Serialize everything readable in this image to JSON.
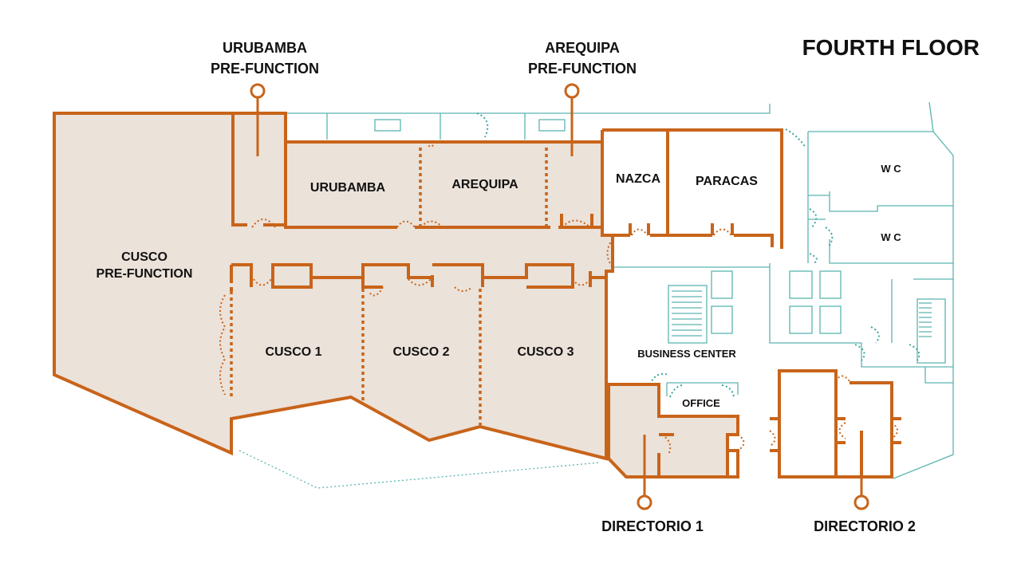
{
  "title": "FOURTH FLOOR",
  "callouts": {
    "urubamba_prefunction": [
      "URUBAMBA",
      "PRE-FUNCTION"
    ],
    "arequipa_prefunction": [
      "AREQUIPA",
      "PRE-FUNCTION"
    ],
    "directorio_1": "DIRECTORIO 1",
    "directorio_2": "DIRECTORIO 2"
  },
  "rooms": {
    "cusco_prefunction": [
      "CUSCO",
      "PRE-FUNCTION"
    ],
    "urubamba": "URUBAMBA",
    "arequipa": "AREQUIPA",
    "nazca": "NAZCA",
    "paracas": "PARACAS",
    "cusco_1": "CUSCO 1",
    "cusco_2": "CUSCO 2",
    "cusco_3": "CUSCO 3",
    "business_center": "BUSINESS CENTER",
    "office": "OFFICE",
    "wc_upper": "W C",
    "wc_lower": "W C"
  },
  "colors": {
    "wall": "#c8641a",
    "room_fill": "#ebe2d9",
    "service_lines": "#5ab5b0"
  }
}
